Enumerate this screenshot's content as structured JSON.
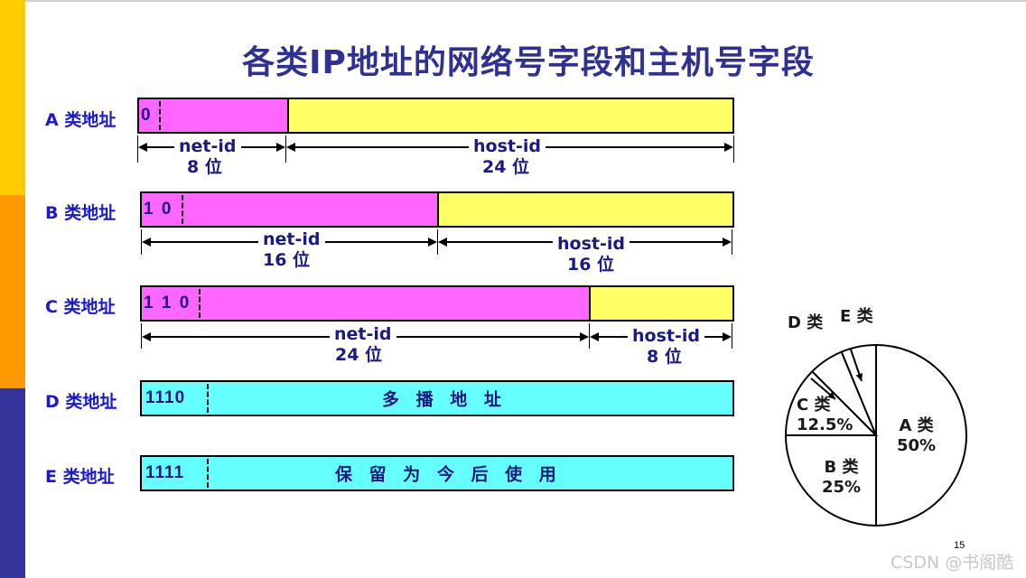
{
  "title": "各类IP地址的网络号字段和主机号字段",
  "colors": {
    "net": "#ff66ff",
    "host": "#ffff66",
    "special": "#66ffff",
    "title": "#2e3192",
    "label": "#1a1acc"
  },
  "classes": {
    "a": {
      "label": "A 类地址",
      "prefix": "0",
      "net_field": "net-id",
      "net_bits": "8 位",
      "host_field": "host-id",
      "host_bits": "24 位"
    },
    "b": {
      "label": "B 类地址",
      "prefix": "1 0",
      "net_field": "net-id",
      "net_bits": "16 位",
      "host_field": "host-id",
      "host_bits": "16 位"
    },
    "c": {
      "label": "C 类地址",
      "prefix": "1 1 0",
      "net_field": "net-id",
      "net_bits": "24 位",
      "host_field": "host-id",
      "host_bits": "8 位"
    },
    "d": {
      "label": "D 类地址",
      "prefix": "1110",
      "text": "多 播 地 址"
    },
    "e": {
      "label": "E 类地址",
      "prefix": "1111",
      "text": "保 留 为 今 后 使 用"
    }
  },
  "pie": {
    "slices": [
      {
        "name": "A 类",
        "value": "50%",
        "fraction": 0.5
      },
      {
        "name": "B 类",
        "value": "25%",
        "fraction": 0.25
      },
      {
        "name": "C 类",
        "value": "12.5%",
        "fraction": 0.125
      },
      {
        "name": "D 类",
        "fraction": 0.0625
      },
      {
        "name": "E 类",
        "fraction": 0.0625
      }
    ]
  },
  "page_number": "15",
  "watermark": "CSDN @书阁酷"
}
